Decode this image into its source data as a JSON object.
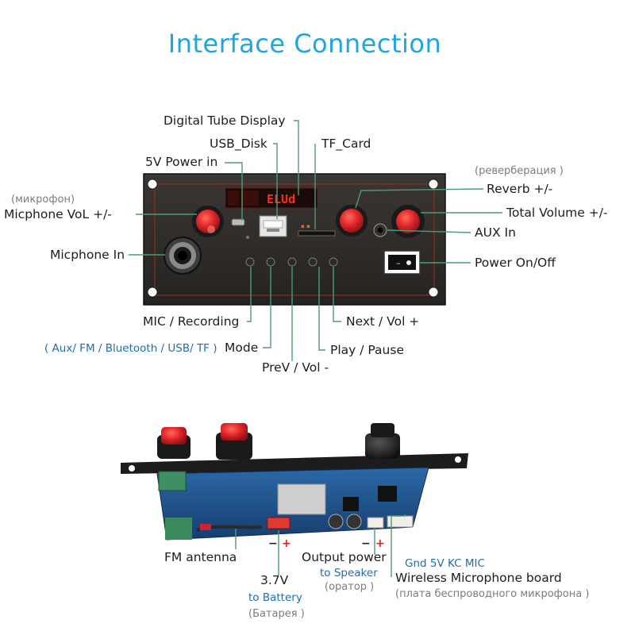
{
  "title": "Interface  Connection",
  "top_labels": {
    "digital_tube": "Digital Tube Display",
    "usb_disk": "USB_Disk",
    "tf_card": "TF_Card",
    "power_5v": "5V  Power in",
    "mic_ru": "(микрофон)",
    "mic_vol": "Micphone VoL +/-",
    "mic_in": "Micphone In",
    "reverb_ru": "(реверберация )",
    "reverb": "Reverb +/-",
    "total_volume": "Total  Volume +/-",
    "aux_in": "AUX In",
    "power_onoff": "Power On/Off",
    "mic_recording": "MIC / Recording",
    "next_vol": "Next / Vol +",
    "mode_sources": "( Aux/ FM / Bluetooth / USB/ TF )",
    "mode": "Mode",
    "play_pause": "Play / Pause",
    "prev_vol": "PreV / Vol -"
  },
  "display_text": "ELUd",
  "bottom_labels": {
    "fm_antenna": "FM antenna",
    "minus": "−",
    "plus": "+",
    "battery_v": "3.7V",
    "to_battery": "to Battery",
    "battery_ru": "(Батарея )",
    "output_power": "Output power",
    "to_speaker": "to Speaker",
    "speaker_ru": "(оратор )",
    "gnd_pins": "Gnd 5V  KC MIC",
    "wireless_mic": "Wireless Microphone board",
    "wireless_ru": "(плата беспроводного микрофона )"
  },
  "colors": {
    "title": "#1fa5e0",
    "leader": "#4f9a78",
    "label_blue": "#1f6db5",
    "polarity_red": "#e02020",
    "panel": "#2a2826",
    "knob_red": "#e0272a",
    "pcb_blue": "#1d4e86"
  }
}
